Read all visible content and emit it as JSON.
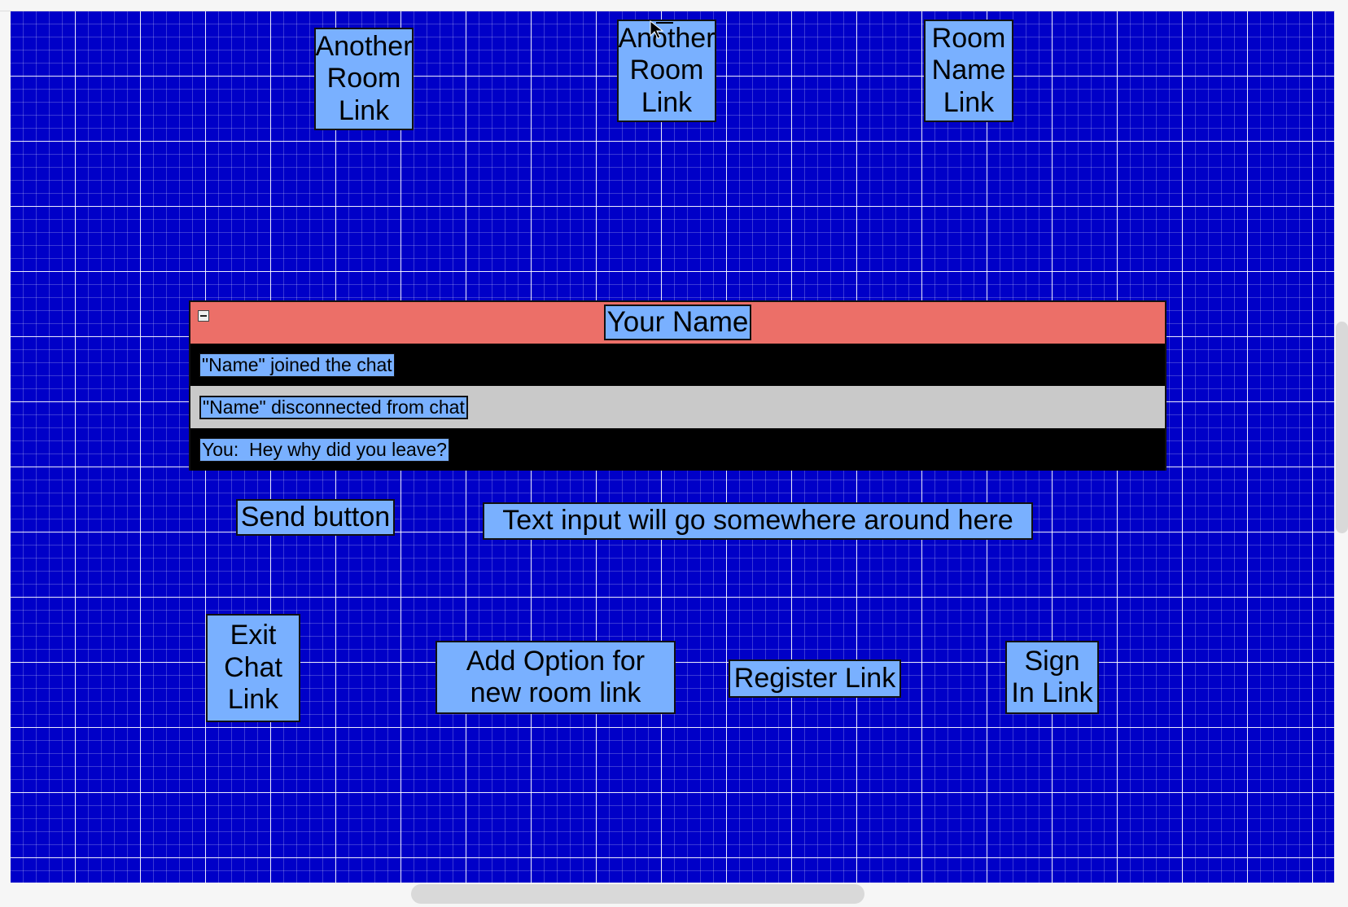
{
  "canvas": {
    "background_color": "#0000c8",
    "grid_color": "#ffffff"
  },
  "room_links": [
    {
      "label": "Another\nRoom\nLink"
    },
    {
      "label": "Another\nRoom\nLink"
    },
    {
      "label": "Room\nName\nLink"
    }
  ],
  "chat_window": {
    "header_color": "#ec6f68",
    "title": "Your Name",
    "collapse_icon": "minus-square-icon",
    "messages": [
      {
        "text": "\"Name\" joined the chat",
        "row_color": "#000000"
      },
      {
        "text": "\"Name\" disconnected from chat",
        "row_color": "#c9c9c9"
      },
      {
        "text": "You:  Hey why did you leave?",
        "row_color": "#000000"
      }
    ]
  },
  "send_button": {
    "label": "Send button"
  },
  "text_input_note": {
    "label": "Text input will go somewhere around here"
  },
  "bottom_links": {
    "exit_chat": "Exit\nChat\nLink",
    "add_room": "Add Option for\nnew room link",
    "register": "Register Link",
    "sign_in": "Sign\nIn Link"
  },
  "box_color": "#79b0ff",
  "cursor_icon": "arrow-cursor-icon"
}
